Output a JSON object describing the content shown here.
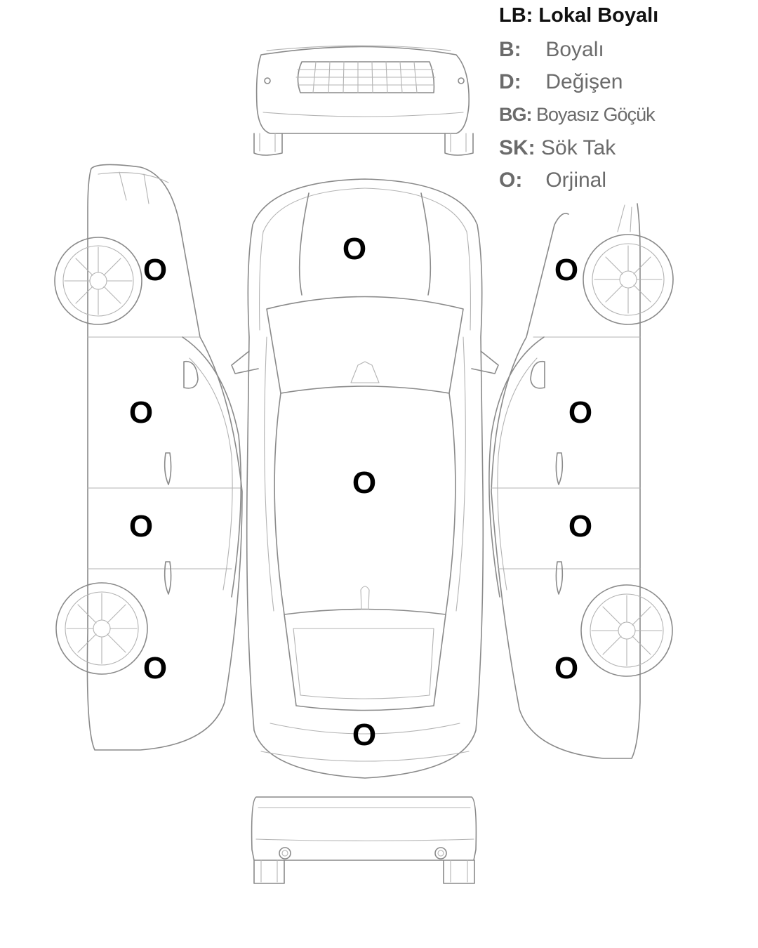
{
  "legend": [
    {
      "code": "LB:",
      "label": "Lokal Boyalı"
    },
    {
      "code": "B:",
      "label": "Boyalı"
    },
    {
      "code": "D:",
      "label": "Değişen"
    },
    {
      "code": "BG:",
      "label": "Boyasız Göçük"
    },
    {
      "code": "SK:",
      "label": "Sök Tak"
    },
    {
      "code": "O:",
      "label": "Orjinal"
    }
  ],
  "panels": {
    "hood": "O",
    "roof": "O",
    "trunk": "O",
    "left_front_fender": "O",
    "left_front_door": "O",
    "left_rear_door": "O",
    "left_rear_fender": "O",
    "right_front_fender": "O",
    "right_front_door": "O",
    "right_rear_door": "O",
    "right_rear_fender": "O"
  },
  "icons": [
    "car-top-view",
    "car-left-side-view",
    "car-right-side-view",
    "front-bumper-view",
    "rear-bumper-view"
  ]
}
